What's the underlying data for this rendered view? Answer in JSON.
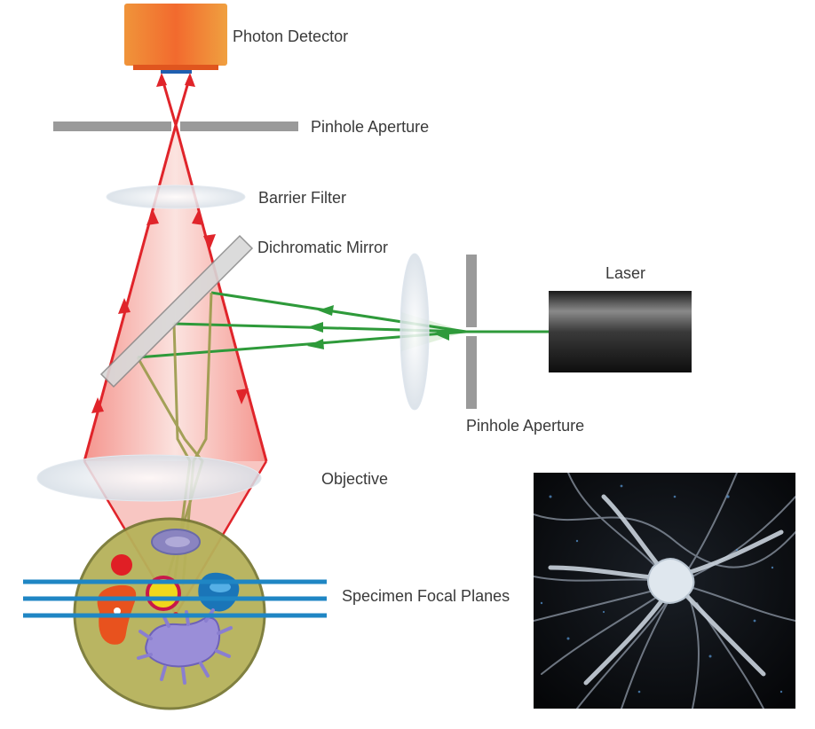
{
  "diagram": {
    "labels": {
      "photon_detector": "Photon Detector",
      "pinhole_aperture_top": "Pinhole Aperture",
      "barrier_filter": "Barrier Filter",
      "dichromatic_mirror": "Dichromatic Mirror",
      "laser": "Laser",
      "pinhole_aperture_side": "Pinhole Aperture",
      "objective": "Objective",
      "specimen_focal_planes": "Specimen Focal Planes"
    },
    "colors": {
      "emission": "#e0242a",
      "excitation": "#2e9a3a",
      "reflected": "#9a9a4a",
      "focal_plane": "#1f86c4",
      "specimen": "#b6b25a",
      "detector": "#ee6a2a",
      "laser_body": "#2a2a2a",
      "aperture": "#9a9a9a"
    },
    "inset_image": "neuron-micrograph"
  }
}
